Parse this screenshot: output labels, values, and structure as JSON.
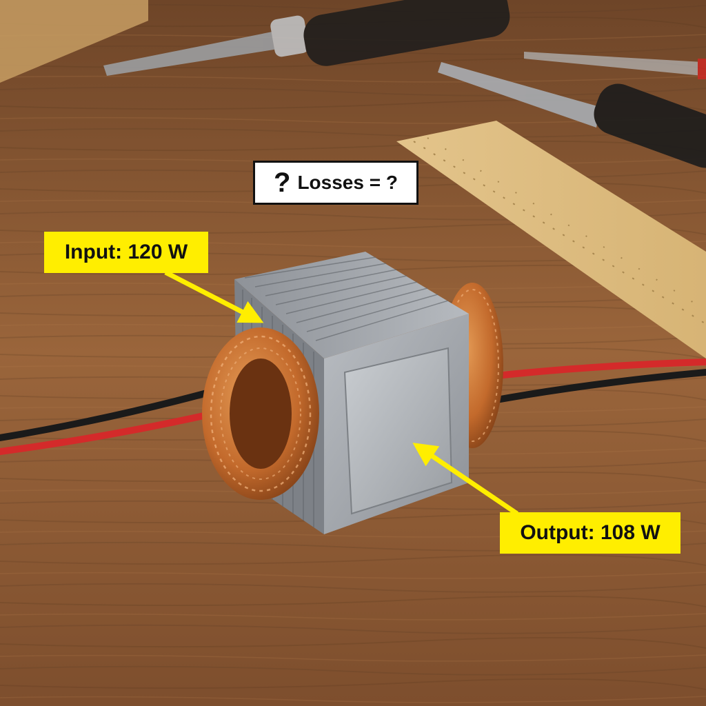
{
  "annotations": {
    "losses": {
      "icon": "question-mark-icon",
      "glyph": "?",
      "text": "Losses = ?"
    },
    "input": {
      "text": "Input: 120 W"
    },
    "output": {
      "text": "Output: 108 W"
    }
  },
  "colors": {
    "label_background": "#ffee00",
    "arrow": "#ffee00",
    "wood": "#8a5a34",
    "copper": "#c36a2c",
    "core": "#a9adb3",
    "wire_red": "#d42a2a",
    "wire_black": "#1a1a1a"
  }
}
